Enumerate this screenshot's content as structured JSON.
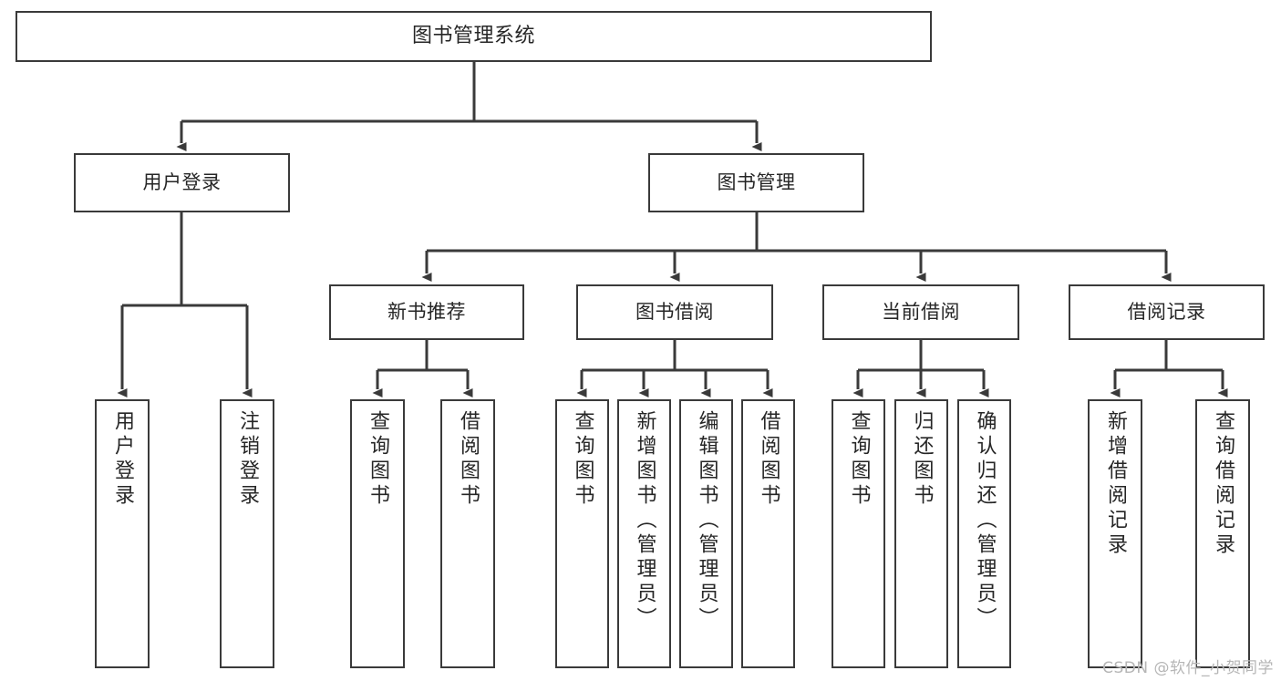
{
  "diagram": {
    "title": "图书管理系统",
    "watermark": "CSDN @软件_小贺同学",
    "colors": {
      "box_border": "#3a3a3a",
      "box_fill": "#ffffff",
      "connector": "#3a3a3a",
      "text": "#262626",
      "watermark": "#b6b6b6",
      "background": "#ffffff"
    },
    "nodes": {
      "root": {
        "label": "图书管理系统"
      },
      "level2": [
        {
          "label": "用户登录"
        },
        {
          "label": "图书管理"
        }
      ],
      "level3": [
        {
          "label": "新书推荐"
        },
        {
          "label": "图书借阅"
        },
        {
          "label": "当前借阅"
        },
        {
          "label": "借阅记录"
        }
      ],
      "leaves_user_login": [
        {
          "label": "用户登录"
        },
        {
          "label": "注销登录"
        }
      ],
      "leaves_new_book": [
        {
          "label": "查询图书"
        },
        {
          "label": "借阅图书"
        }
      ],
      "leaves_borrow": [
        {
          "label": "查询图书"
        },
        {
          "label": "新增图书（管理员）"
        },
        {
          "label": "编辑图书（管理员）"
        },
        {
          "label": "借阅图书"
        }
      ],
      "leaves_current": [
        {
          "label": "查询图书"
        },
        {
          "label": "归还图书"
        },
        {
          "label": "确认归还（管理员）"
        }
      ],
      "leaves_records": [
        {
          "label": "新增借阅记录"
        },
        {
          "label": "查询借阅记录"
        }
      ]
    }
  }
}
